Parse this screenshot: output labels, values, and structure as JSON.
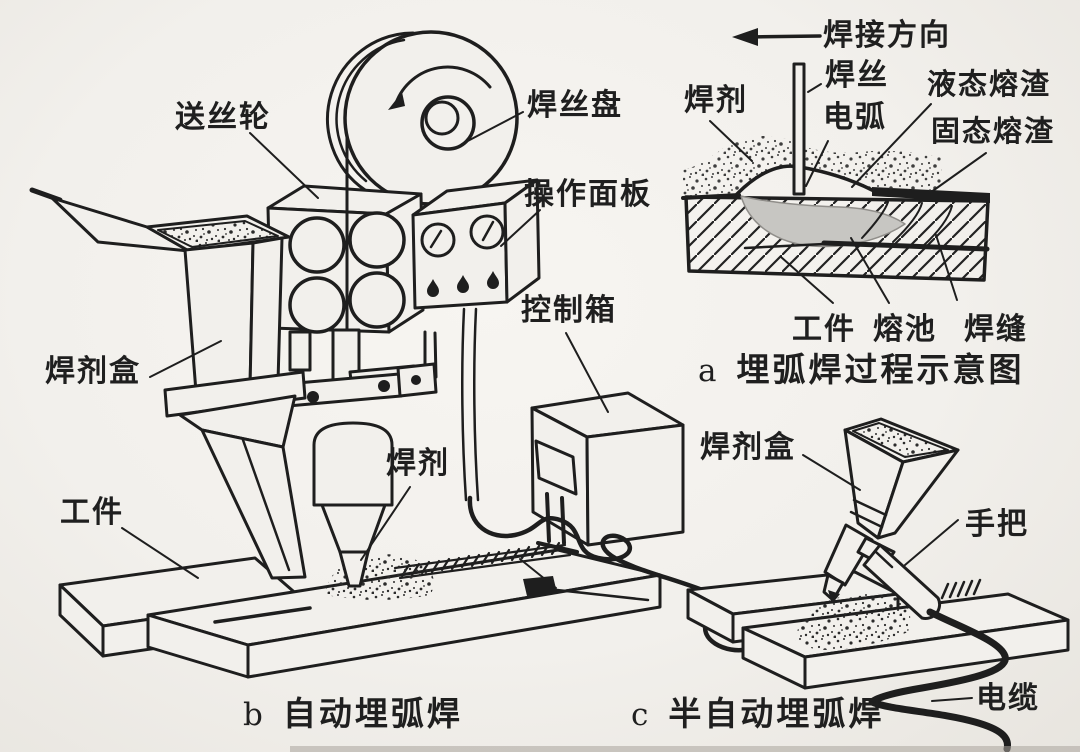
{
  "figure": {
    "subject": "submerged arc welding diagram",
    "colors": {
      "paper": "#f2f0ec",
      "ink": "#1f1f1f",
      "pool_gray": "#c7c6c2"
    }
  },
  "panel_a": {
    "caption_letter": "a",
    "caption": "埋弧焊过程示意图",
    "labels": {
      "weld_direction": "焊接方向",
      "wire": "焊丝",
      "arc": "电弧",
      "flux": "焊剂",
      "liquid_slag": "液态熔渣",
      "solid_slag": "固态熔渣",
      "workpiece": "工件",
      "weld_pool": "熔池",
      "weld_seam": "焊缝"
    }
  },
  "panel_b": {
    "caption_letter": "b",
    "caption": "自动埋弧焊",
    "labels": {
      "wire_feed_wheel": "送丝轮",
      "wire_spool": "焊丝盘",
      "operation_panel": "操作面板",
      "control_box": "控制箱",
      "flux_box": "焊剂盒",
      "flux": "焊剂",
      "workpiece": "工件"
    }
  },
  "panel_c": {
    "caption_letter": "c",
    "caption": "半自动埋弧焊",
    "labels": {
      "flux_box": "焊剂盒",
      "handle": "手把",
      "cable": "电缆"
    }
  }
}
